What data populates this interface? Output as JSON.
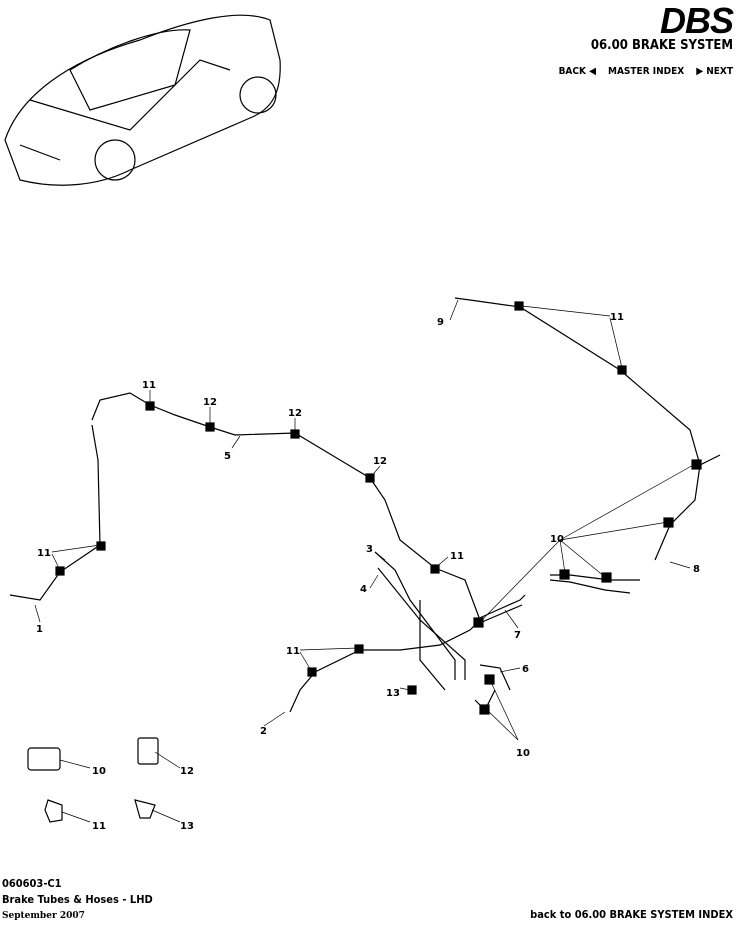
{
  "header": {
    "logo": "DBS",
    "section": "06.00 BRAKE SYSTEM",
    "nav": {
      "back": "BACK ◀",
      "master": "MASTER INDEX",
      "next": "▶ NEXT"
    }
  },
  "footer": {
    "code": "060603-C1",
    "title": "Brake Tubes & Hoses - LHD",
    "date": "September 2007",
    "back_index": "back to 06.00 BRAKE SYSTEM INDEX"
  },
  "callouts": [
    "1",
    "2",
    "3",
    "4",
    "5",
    "6",
    "7",
    "8",
    "9",
    "10",
    "10",
    "10",
    "11",
    "11",
    "11",
    "11",
    "11",
    "11",
    "12",
    "12",
    "12",
    "12",
    "13",
    "13"
  ]
}
